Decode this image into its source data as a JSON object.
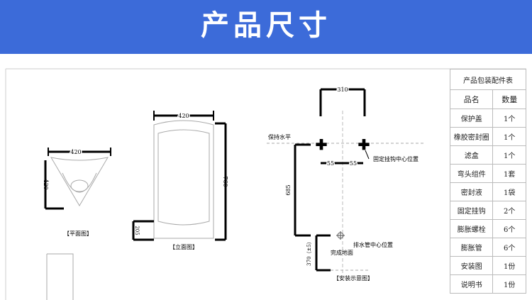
{
  "banner": {
    "title": "产品尺寸"
  },
  "plan_view": {
    "label": "【平面图】",
    "width": "420",
    "depth": "420"
  },
  "elevation_view": {
    "label": "【立面图】",
    "width": "420",
    "height": "760",
    "base": "205"
  },
  "install_view": {
    "label": "【安装示意图】",
    "top_width": "310",
    "keep_level": "保持水平",
    "spacing_left": "55",
    "spacing_right": "55",
    "hook_center": "固定挂钩中心位置",
    "height": "685",
    "drain_center": "排水管中心位置",
    "floor": "完成地面",
    "drain_height": "370（±5）"
  },
  "parts_table": {
    "caption": "产品包装配件表",
    "headers": [
      "品名",
      "数量"
    ],
    "rows": [
      {
        "name": "保护盖",
        "qty": "1个"
      },
      {
        "name": "橡胶密封圈",
        "qty": "1个"
      },
      {
        "name": "滤盒",
        "qty": "1个"
      },
      {
        "name": "弯头组件",
        "qty": "1套"
      },
      {
        "name": "密封液",
        "qty": "1袋"
      },
      {
        "name": "固定挂钩",
        "qty": "2个"
      },
      {
        "name": "膨胀螺栓",
        "qty": "6个"
      },
      {
        "name": "膨胀管",
        "qty": "6个"
      },
      {
        "name": "安装图",
        "qty": "1份"
      },
      {
        "name": "说明书",
        "qty": "1份"
      }
    ]
  },
  "colors": {
    "banner": "#3c6bd9",
    "line": "#000000"
  }
}
